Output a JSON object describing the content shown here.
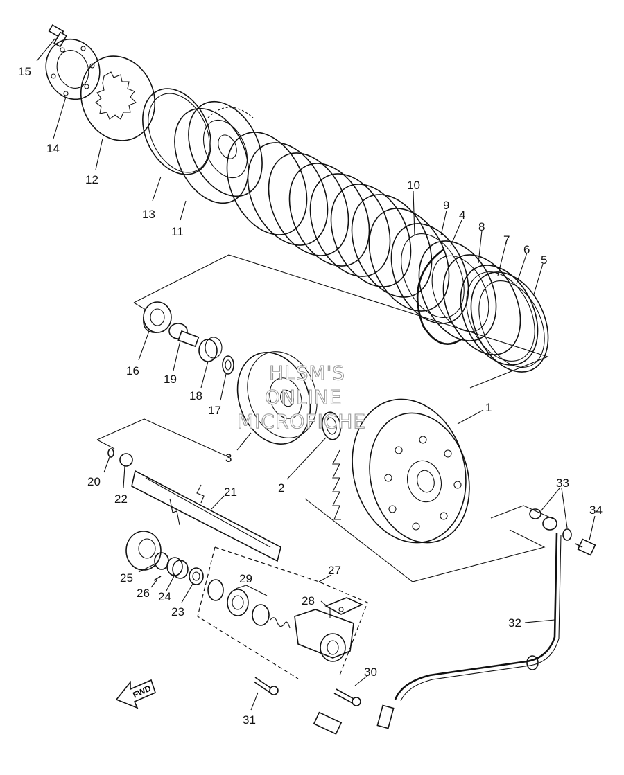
{
  "watermark": {
    "line1": "HLSM'S",
    "line2": "ONLINE",
    "line3": "MICROFICHE"
  },
  "fwd_label": "FWD",
  "callouts": [
    {
      "id": "1",
      "text": "1"
    },
    {
      "id": "2",
      "text": "2"
    },
    {
      "id": "3",
      "text": "3"
    },
    {
      "id": "4",
      "text": "4"
    },
    {
      "id": "5",
      "text": "5"
    },
    {
      "id": "6",
      "text": "6"
    },
    {
      "id": "7",
      "text": "7"
    },
    {
      "id": "8",
      "text": "8"
    },
    {
      "id": "9",
      "text": "9"
    },
    {
      "id": "10",
      "text": "10"
    },
    {
      "id": "11",
      "text": "11"
    },
    {
      "id": "12",
      "text": "12"
    },
    {
      "id": "13",
      "text": "13"
    },
    {
      "id": "14",
      "text": "14"
    },
    {
      "id": "15",
      "text": "15"
    },
    {
      "id": "16",
      "text": "16"
    },
    {
      "id": "17",
      "text": "17"
    },
    {
      "id": "18",
      "text": "18"
    },
    {
      "id": "19",
      "text": "19"
    },
    {
      "id": "20",
      "text": "20"
    },
    {
      "id": "21",
      "text": "21"
    },
    {
      "id": "22",
      "text": "22"
    },
    {
      "id": "23",
      "text": "23"
    },
    {
      "id": "24",
      "text": "24"
    },
    {
      "id": "25",
      "text": "25"
    },
    {
      "id": "26",
      "text": "26"
    },
    {
      "id": "27",
      "text": "27"
    },
    {
      "id": "28",
      "text": "28"
    },
    {
      "id": "29",
      "text": "29"
    },
    {
      "id": "30",
      "text": "30"
    },
    {
      "id": "31",
      "text": "31"
    },
    {
      "id": "32",
      "text": "32"
    },
    {
      "id": "33",
      "text": "33"
    },
    {
      "id": "34",
      "text": "34"
    }
  ]
}
